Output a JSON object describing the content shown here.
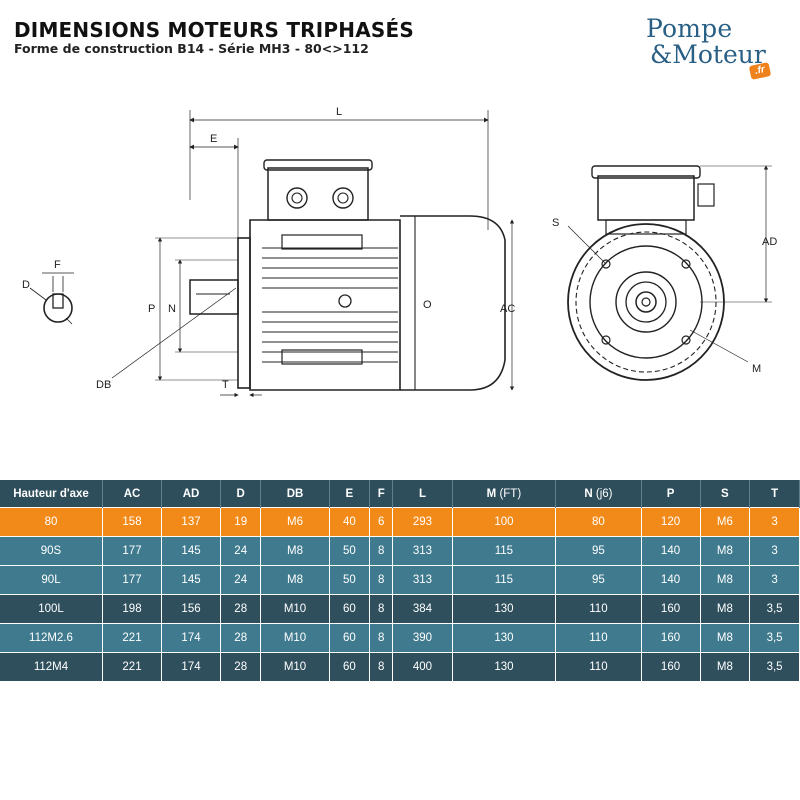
{
  "header": {
    "title": "DIMENSIONS MOTEURS TRIPHASÉS",
    "subtitle": "Forme de construction B14 - Série MH3 - 80<>112"
  },
  "logo": {
    "line1": "Pompe",
    "line2": "&Moteur",
    "badge": ".fr"
  },
  "drawing_labels": {
    "L": "L",
    "E": "E",
    "F": "F",
    "D": "D",
    "P": "P",
    "N": "N",
    "DB": "DB",
    "T": "T",
    "O": "O",
    "AC": "AC",
    "AD": "AD",
    "S": "S",
    "M": "M"
  },
  "table": {
    "headers": [
      {
        "main": "Hauteur d'axe",
        "sub": ""
      },
      {
        "main": "AC",
        "sub": ""
      },
      {
        "main": "AD",
        "sub": ""
      },
      {
        "main": "D",
        "sub": ""
      },
      {
        "main": "DB",
        "sub": ""
      },
      {
        "main": "E",
        "sub": ""
      },
      {
        "main": "F",
        "sub": ""
      },
      {
        "main": "L",
        "sub": ""
      },
      {
        "main": "M",
        "sub": "(FT)"
      },
      {
        "main": "N",
        "sub": "(j6)"
      },
      {
        "main": "P",
        "sub": ""
      },
      {
        "main": "S",
        "sub": ""
      },
      {
        "main": "T",
        "sub": ""
      }
    ],
    "rows": [
      {
        "style": "orange",
        "cells": [
          "80",
          "158",
          "137",
          "19",
          "M6",
          "40",
          "6",
          "293",
          "100",
          "80",
          "120",
          "M6",
          "3"
        ]
      },
      {
        "style": "teal",
        "cells": [
          "90S",
          "177",
          "145",
          "24",
          "M8",
          "50",
          "8",
          "313",
          "115",
          "95",
          "140",
          "M8",
          "3"
        ]
      },
      {
        "style": "teal",
        "cells": [
          "90L",
          "177",
          "145",
          "24",
          "M8",
          "50",
          "8",
          "313",
          "115",
          "95",
          "140",
          "M8",
          "3"
        ]
      },
      {
        "style": "dark",
        "cells": [
          "100L",
          "198",
          "156",
          "28",
          "M10",
          "60",
          "8",
          "384",
          "130",
          "110",
          "160",
          "M8",
          "3,5"
        ]
      },
      {
        "style": "teal",
        "cells": [
          "112M2.6",
          "221",
          "174",
          "28",
          "M10",
          "60",
          "8",
          "390",
          "130",
          "110",
          "160",
          "M8",
          "3,5"
        ]
      },
      {
        "style": "dark",
        "cells": [
          "112M4",
          "221",
          "174",
          "28",
          "M10",
          "60",
          "8",
          "400",
          "130",
          "110",
          "160",
          "M8",
          "3,5"
        ]
      }
    ]
  }
}
